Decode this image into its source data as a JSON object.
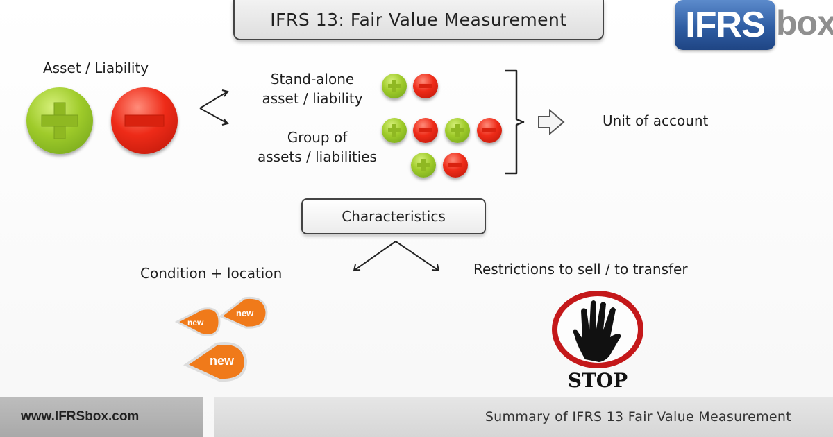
{
  "title": "IFRS 13: Fair Value Measurement",
  "logo": {
    "part1": "IFRS",
    "part2": "box"
  },
  "left": {
    "label": "Asset / Liability"
  },
  "units": {
    "standalone": [
      "Stand-alone",
      "asset / liability"
    ],
    "group": [
      "Group of",
      "assets / liabilities"
    ],
    "result": "Unit of account"
  },
  "characteristics": {
    "label": "Characteristics",
    "left": "Condition + location",
    "right": "Restrictions to sell / to transfer",
    "tag_text": "new",
    "stop_text": "STOP"
  },
  "footer": {
    "url": "www.IFRSbox.com",
    "caption": "Summary of IFRS 13 Fair Value Measurement"
  },
  "colors": {
    "plus": "#9fcb2a",
    "minus": "#ee2b18",
    "logo_blue": "#2f5da3",
    "tag_orange": "#f07a1a",
    "stop_red": "#c4181a"
  },
  "icons": [
    "plus-icon",
    "minus-icon",
    "fork-arrow-icon",
    "bracket-icon",
    "hollow-right-arrow-icon",
    "new-tag-icon",
    "stop-hand-icon"
  ]
}
